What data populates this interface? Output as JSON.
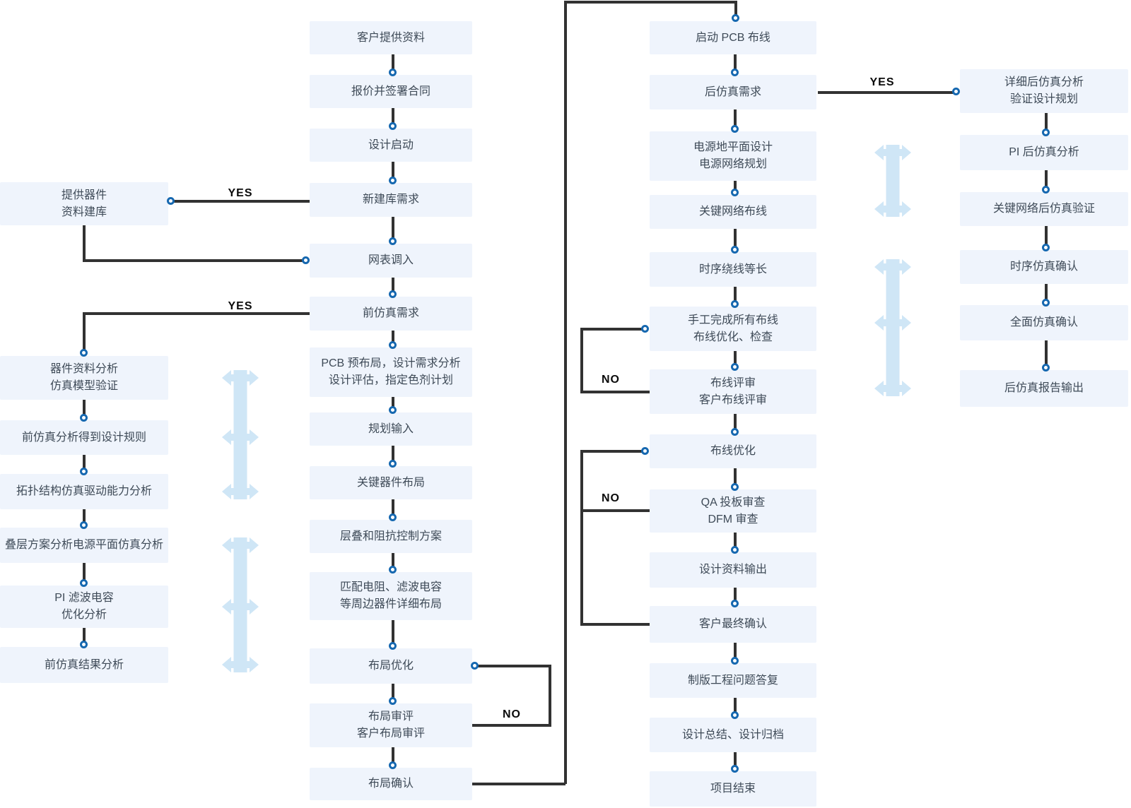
{
  "nodes": {
    "presim": [
      "提供器件\n资料建库",
      "器件资料分析\n仿真模型验证",
      "前仿真分析得到设计规则",
      "拓扑结构仿真驱动能力分析",
      "叠层方案分析电源平面仿真分析",
      "PI 滤波电容\n优化分析",
      "前仿真结果分析"
    ],
    "main": [
      "客户提供资料",
      "报价并签署合同",
      "设计启动",
      "新建库需求",
      "网表调入",
      "前仿真需求",
      "PCB 预布局，设计需求分析\n设计评估，指定色剂计划",
      "规划输入",
      "关键器件布局",
      "层叠和阻抗控制方案",
      "匹配电阻、滤波电容\n等周边器件详细布局",
      "布局优化",
      "布局审评\n客户布局审评",
      "布局确认"
    ],
    "routing": [
      "启动 PCB 布线",
      "后仿真需求",
      "电源地平面设计\n电源网络规划",
      "关键网络布线",
      "时序绕线等长",
      "手工完成所有布线\n布线优化、检查",
      "布线评审\n客户布线评审",
      "布线优化",
      "QA 投板审查\nDFM 审查",
      "设计资料输出",
      "客户最终确认",
      "制版工程问题答复",
      "设计总结、设计归档",
      "项目结束"
    ],
    "postsim": [
      "详细后仿真分析\n验证设计规划",
      "PI 后仿真分析",
      "关键网络后仿真验证",
      "时序仿真确认",
      "全面仿真确认",
      "后仿真报告输出"
    ]
  },
  "edge_labels": {
    "yes_new_library": "YES",
    "yes_presim": "YES",
    "yes_postsim": "YES",
    "no_placement_review": "NO",
    "no_routing_review": "NO",
    "no_final_confirm": "NO"
  },
  "colors": {
    "node_fill": "#eff4fc",
    "node_text": "#3e4a57",
    "line": "#323232",
    "dot_ring": "#1668b0",
    "double_arrow": "#cfe6f6"
  }
}
